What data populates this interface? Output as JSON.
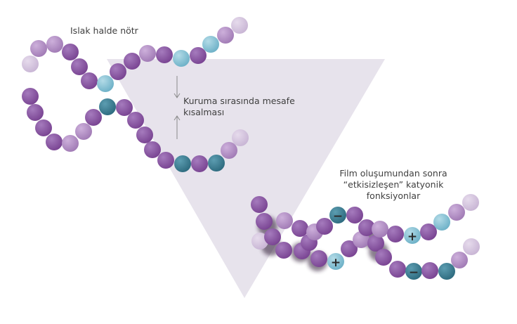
{
  "labels": {
    "wet_neutral": "Islak halde nötr",
    "drying_distance_line1": "Kuruma sırasında mesafe",
    "drying_distance_line2": "kısalması",
    "after_film_line1": "Film oluşumundan sonra",
    "after_film_line2": "“etkisizleşen” katyonik",
    "after_film_line3": "fonksiyonlar"
  },
  "symbols": {
    "plus": "+",
    "minus": "−"
  },
  "colors": {
    "purple": "#8a55a4",
    "light_purple": "#b892c8",
    "pale_purple": "#d6c6df",
    "light_blue": "#8fc8d9",
    "teal": "#3b7f96",
    "triangle": "#e7e3ec",
    "text": "#3f3f3f"
  }
}
